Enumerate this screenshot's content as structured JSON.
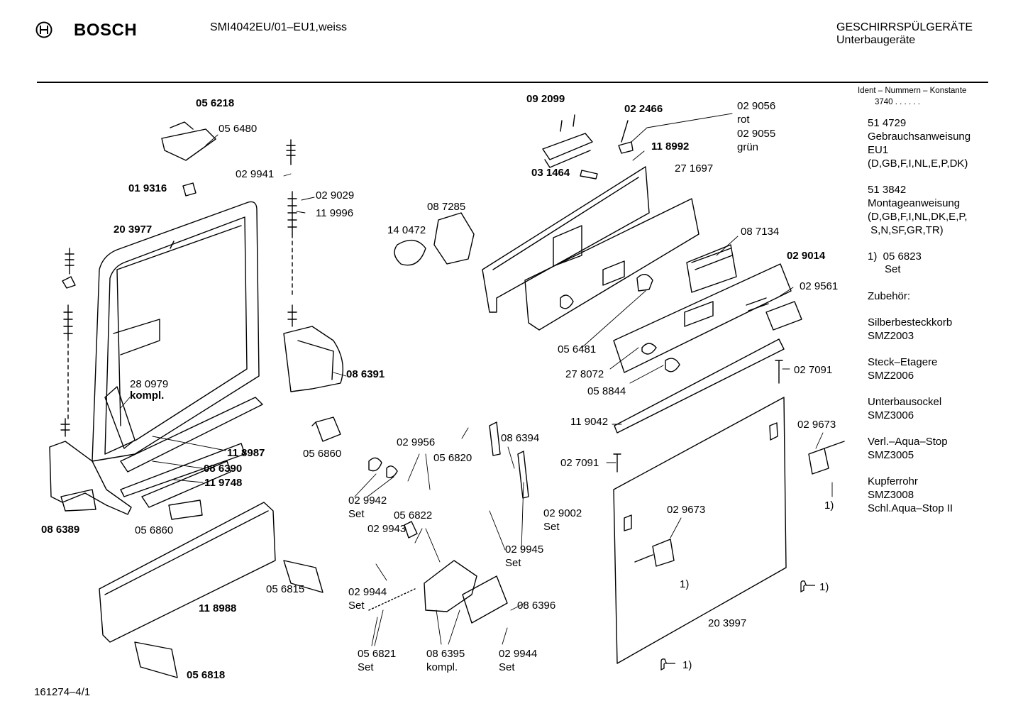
{
  "header": {
    "brand": "BOSCH",
    "model": "SMI4042EU/01–EU1,weiss",
    "category": "GESCHIRRSPÜLGERÄTE",
    "subcategory": "Unterbaugeräte",
    "footer_code": "161274–4/1"
  },
  "ident": {
    "title": "Ident – Nummern – Konstante",
    "value": "3740 . . . . . ."
  },
  "sidebar": {
    "items": [
      "51 4729",
      "Gebrauchsanweisung",
      "EU1",
      "(D,GB,F,I,NL,E,P,DK)",
      "51 3842",
      "Montageanweisung",
      "(D,GB,F,I,NL,DK,E,P,",
      " S,N,SF,GR,TR)",
      "1)  05 6823",
      "Set",
      "Zubehör:",
      "Silberbesteckkorb",
      "SMZ2003",
      "Steck–Etagere",
      "SMZ2006",
      "Unterbausockel",
      "SMZ3006",
      "Verl.–Aqua–Stop",
      "SMZ3005",
      "Kupferrohr",
      "SMZ3008",
      "Schl.Aqua–Stop II"
    ]
  },
  "labels": [
    "05 6218",
    "05 6480",
    "02 9941",
    "02 9029",
    "11 9996",
    "01 9316",
    "20 3977",
    "28 0979",
    "kompl.",
    "08 6391",
    "05 6860",
    "11 8987",
    "08 6390",
    "11 9748",
    "08 6389",
    "05 6860",
    "05 6815",
    "11 8988",
    "05 6818",
    "09 2099",
    "02 2466",
    "02 9056",
    "rot",
    "02 9055",
    "grün",
    "11 8992",
    "03 1464",
    "27 1697",
    "08 7285",
    "14 0472",
    "08 7134",
    "02 9014",
    "02 9561",
    "05 6481",
    "27 8072",
    "05 8844",
    "02 7091",
    "02 9956",
    "05 6820",
    "08 6394",
    "02 9942",
    "Set",
    "05 6822",
    "02 9943",
    "02 9002",
    "Set",
    "02 9945",
    "Set",
    "02 9944",
    "Set",
    "08 6396",
    "05 6821",
    "Set",
    "08 6395",
    "kompl.",
    "02 9944",
    "Set",
    "11 9042",
    "02 9673",
    "02 7091",
    "1)",
    "02 9673",
    "1)",
    "1)",
    "20 3997",
    "1)"
  ]
}
